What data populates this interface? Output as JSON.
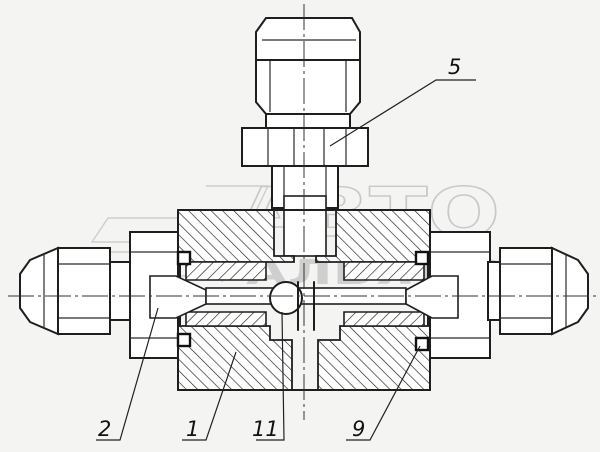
{
  "watermark": {
    "main": "АВТО",
    "sub": "АЛЬЯНС"
  },
  "callouts": [
    {
      "id": "5",
      "label": "5"
    },
    {
      "id": "2",
      "label": "2"
    },
    {
      "id": "1",
      "label": "1"
    },
    {
      "id": "11",
      "label": "11"
    },
    {
      "id": "9",
      "label": "9"
    }
  ]
}
